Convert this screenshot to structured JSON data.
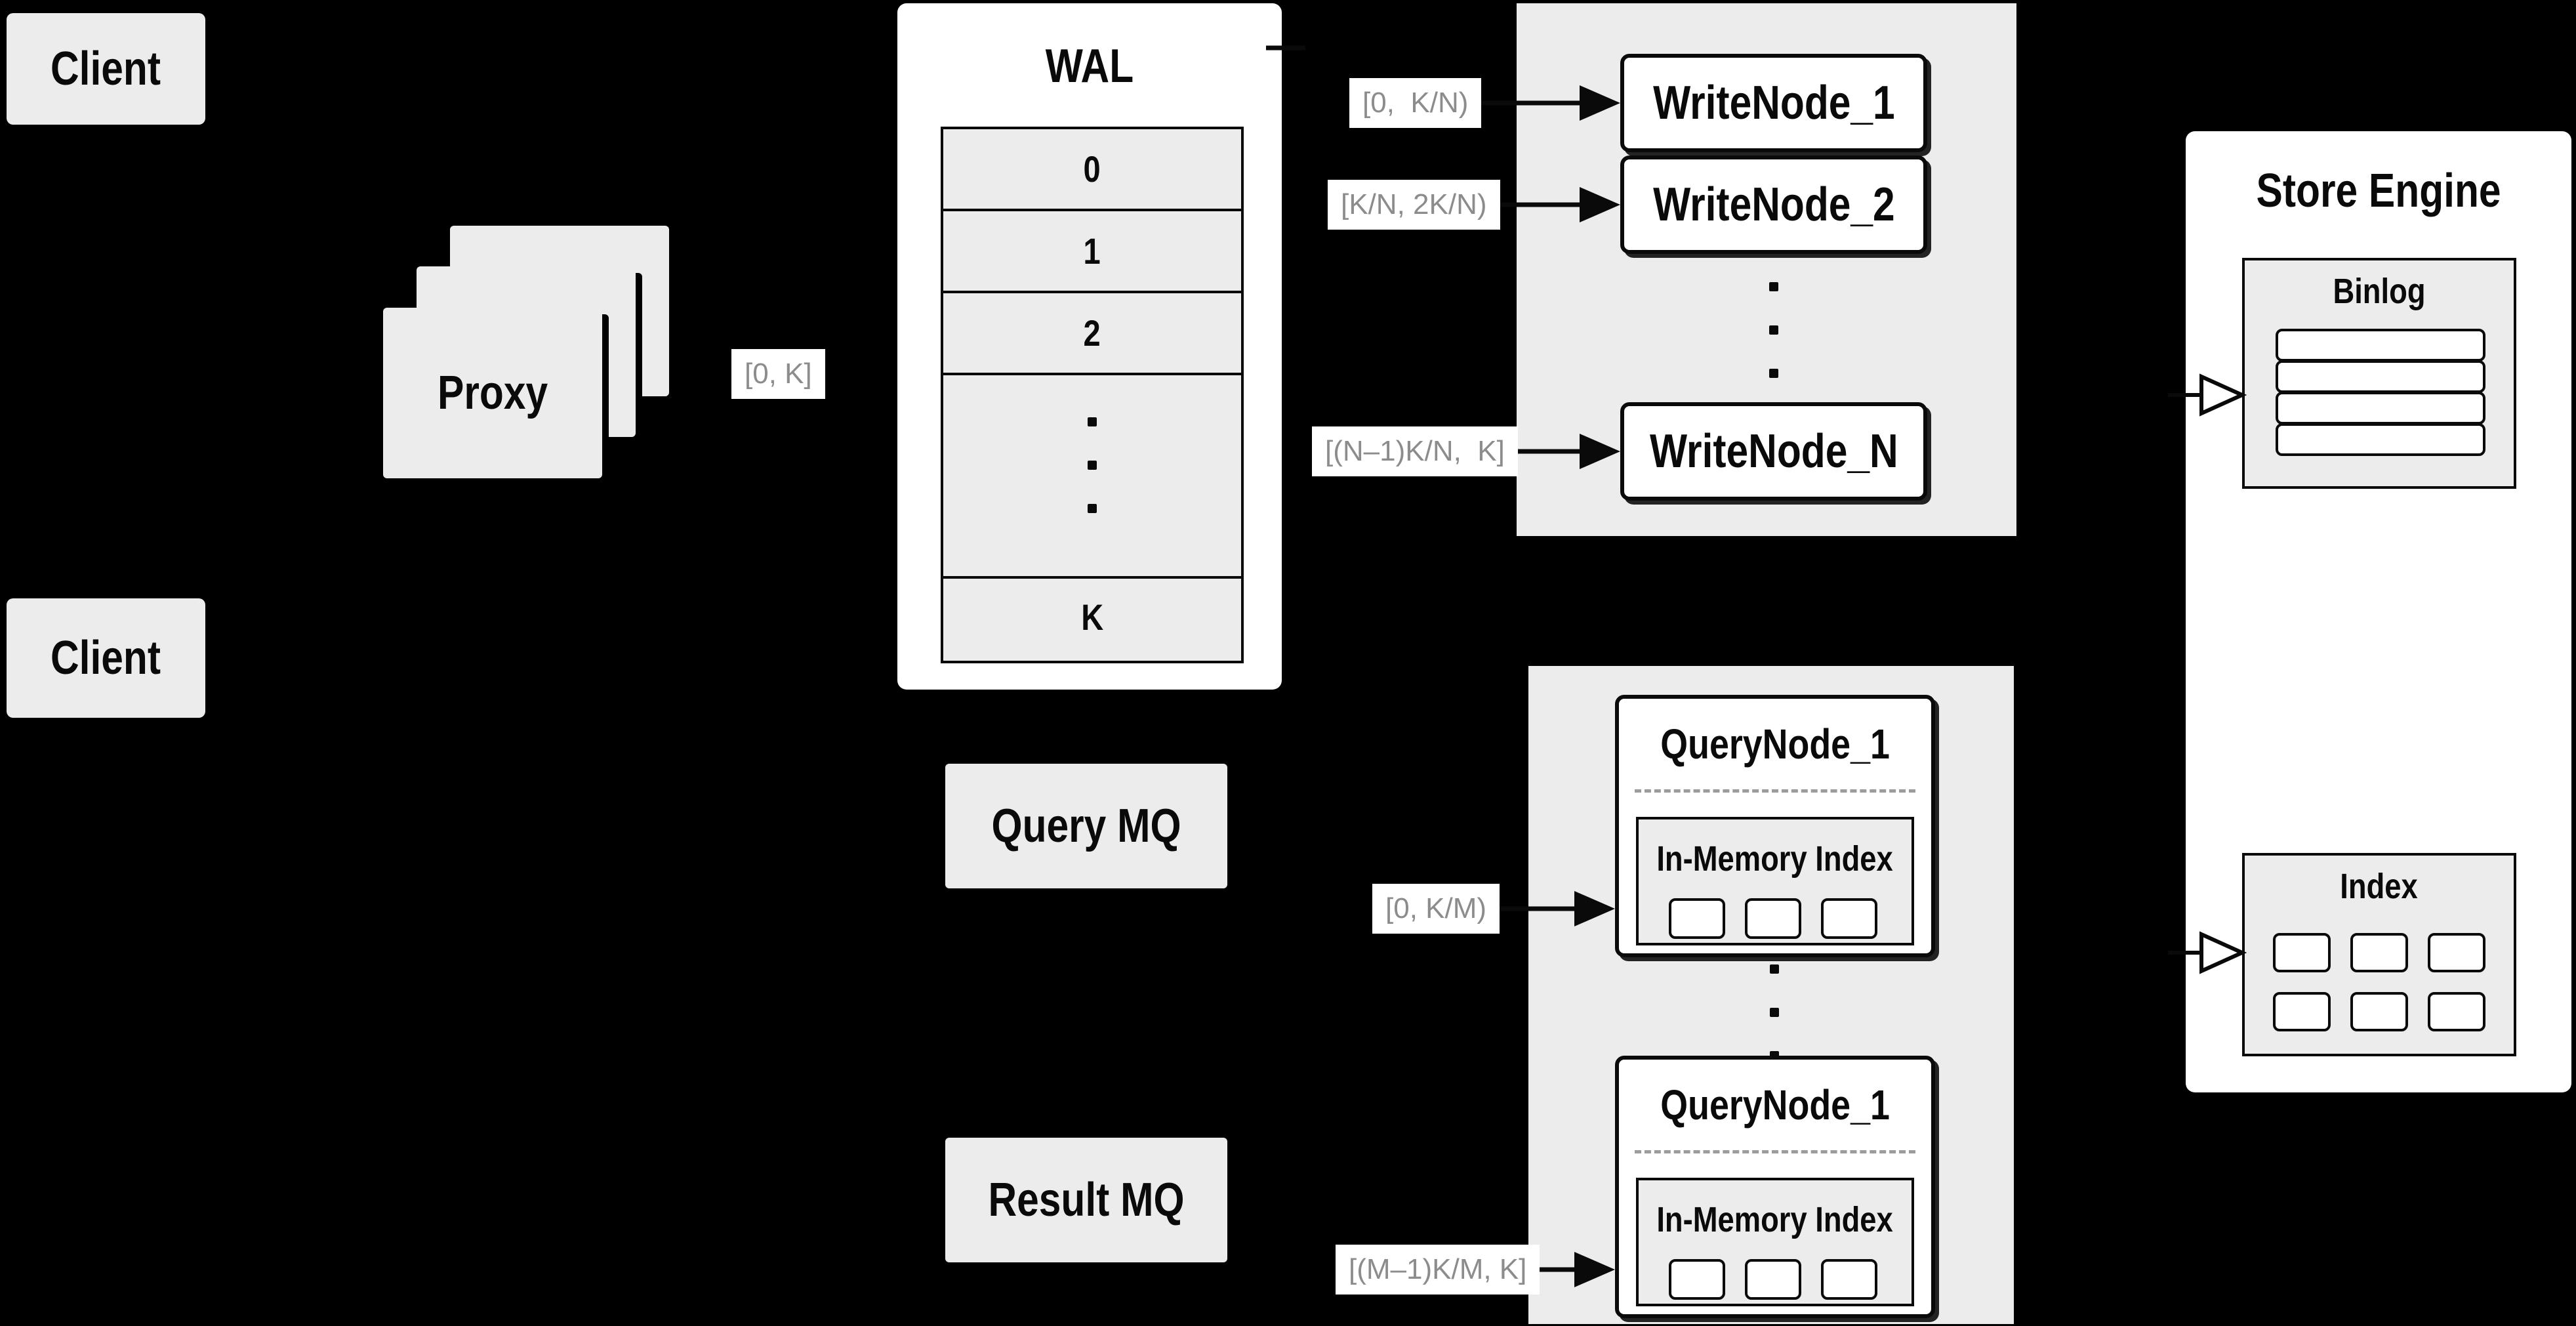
{
  "colors": {
    "background": "#000000",
    "panel_gray": "#ececec",
    "box_white": "#ffffff",
    "border_black": "#0a0a0a",
    "label_text_gray": "#8c8c8c",
    "dashed_divider_gray": "#9c9c9c"
  },
  "clients": {
    "top_label": "Client",
    "bottom_label": "Client"
  },
  "proxy": {
    "label": "Proxy"
  },
  "flow_labels": {
    "proxy_to_wal": "[0, K]",
    "write_1": "[0,  K/N)",
    "write_2": "[K/N, 2K/N)",
    "write_n": "[(N–1)K/N,  K]",
    "query_1": "[0, K/M)",
    "query_m": "[(M–1)K/M, K]"
  },
  "wal": {
    "title": "WAL",
    "segments": [
      "0",
      "1",
      "2"
    ],
    "ellipsis": "...",
    "last_segment": "K"
  },
  "write_nodes": {
    "node_1": "WriteNode_1",
    "node_2": "WriteNode_2",
    "node_n": "WriteNode_N"
  },
  "mq": {
    "query": "Query MQ",
    "result": "Result MQ"
  },
  "query_nodes": {
    "node_a": {
      "title": "QueryNode_1",
      "index_label": "In-Memory Index"
    },
    "node_b": {
      "title": "QueryNode_1",
      "index_label": "In-Memory Index"
    }
  },
  "store_engine": {
    "title": "Store Engine",
    "binlog_label": "Binlog",
    "index_label": "Index"
  }
}
